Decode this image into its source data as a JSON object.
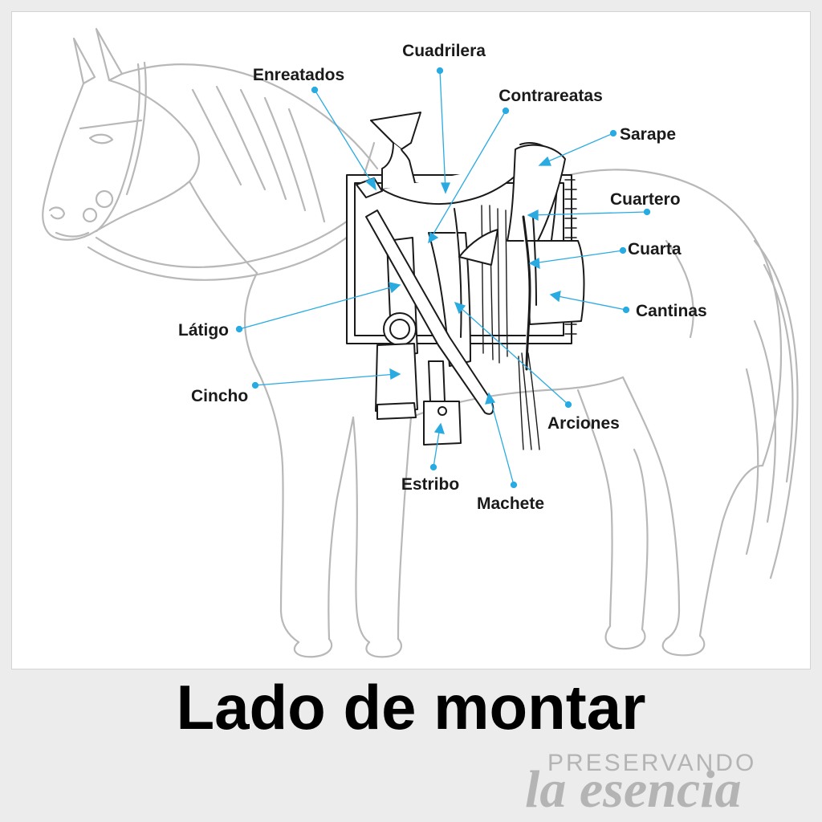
{
  "colors": {
    "leader": "#29abe2",
    "horse_stroke": "#b8b8b8",
    "saddle_stroke": "#1a1a1a",
    "title": "#000000",
    "brand": "#b4b4b4"
  },
  "title": "Lado de montar",
  "brand": {
    "line1": "PRESERVANDO",
    "line2": "la esencia"
  },
  "parts": [
    {
      "id": "cuadrilera",
      "label": "Cuadrilera"
    },
    {
      "id": "enreatados",
      "label": "Enreatados"
    },
    {
      "id": "contrareatas",
      "label": "Contrareatas"
    },
    {
      "id": "sarape",
      "label": "Sarape"
    },
    {
      "id": "cuartero",
      "label": "Cuartero"
    },
    {
      "id": "cuarta",
      "label": "Cuarta"
    },
    {
      "id": "cantinas",
      "label": "Cantinas"
    },
    {
      "id": "latigo",
      "label": "Látigo"
    },
    {
      "id": "cincho",
      "label": "Cincho"
    },
    {
      "id": "arciones",
      "label": "Arciones"
    },
    {
      "id": "estribo",
      "label": "Estribo"
    },
    {
      "id": "machete",
      "label": "Machete"
    }
  ]
}
